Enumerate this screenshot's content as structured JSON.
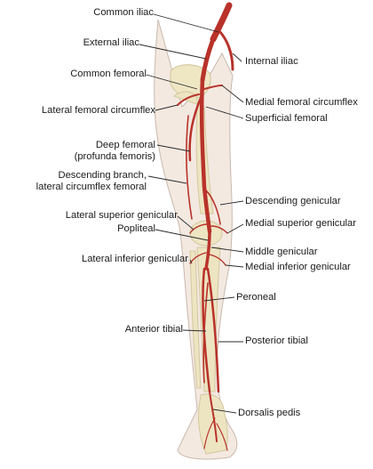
{
  "colors": {
    "artery": "#b8322a",
    "artery_dark": "#8f1f19",
    "skin": "#f1e6dd",
    "bone": "#ece3bf",
    "leader": "#2b2b2b"
  },
  "labels": {
    "common_iliac": "Common iliac",
    "external_iliac": "External iliac",
    "internal_iliac": "Internal iliac",
    "common_femoral": "Common femoral",
    "medial_femoral_circumflex": "Medial femoral circumflex",
    "lateral_femoral_circumflex": "Lateral femoral circumflex",
    "superficial_femoral": "Superficial femoral",
    "deep_femoral_1": "Deep femoral",
    "deep_femoral_2": "(profunda femoris)",
    "descending_branch_1": "Descending branch,",
    "descending_branch_2": "lateral circumflex femoral",
    "descending_genicular": "Descending genicular",
    "lateral_superior_genicular": "Lateral superior genicular",
    "medial_superior_genicular": "Medial superior genicular",
    "popliteal": "Popliteal",
    "middle_genicular": "Middle genicular",
    "lateral_inferior_genicular": "Lateral inferior genicular",
    "medial_inferior_genicular": "Medial inferior genicular",
    "peroneal": "Peroneal",
    "anterior_tibial": "Anterior tibial",
    "posterior_tibial": "Posterior tibial",
    "dorsalis_pedis": "Dorsalis pedis"
  }
}
